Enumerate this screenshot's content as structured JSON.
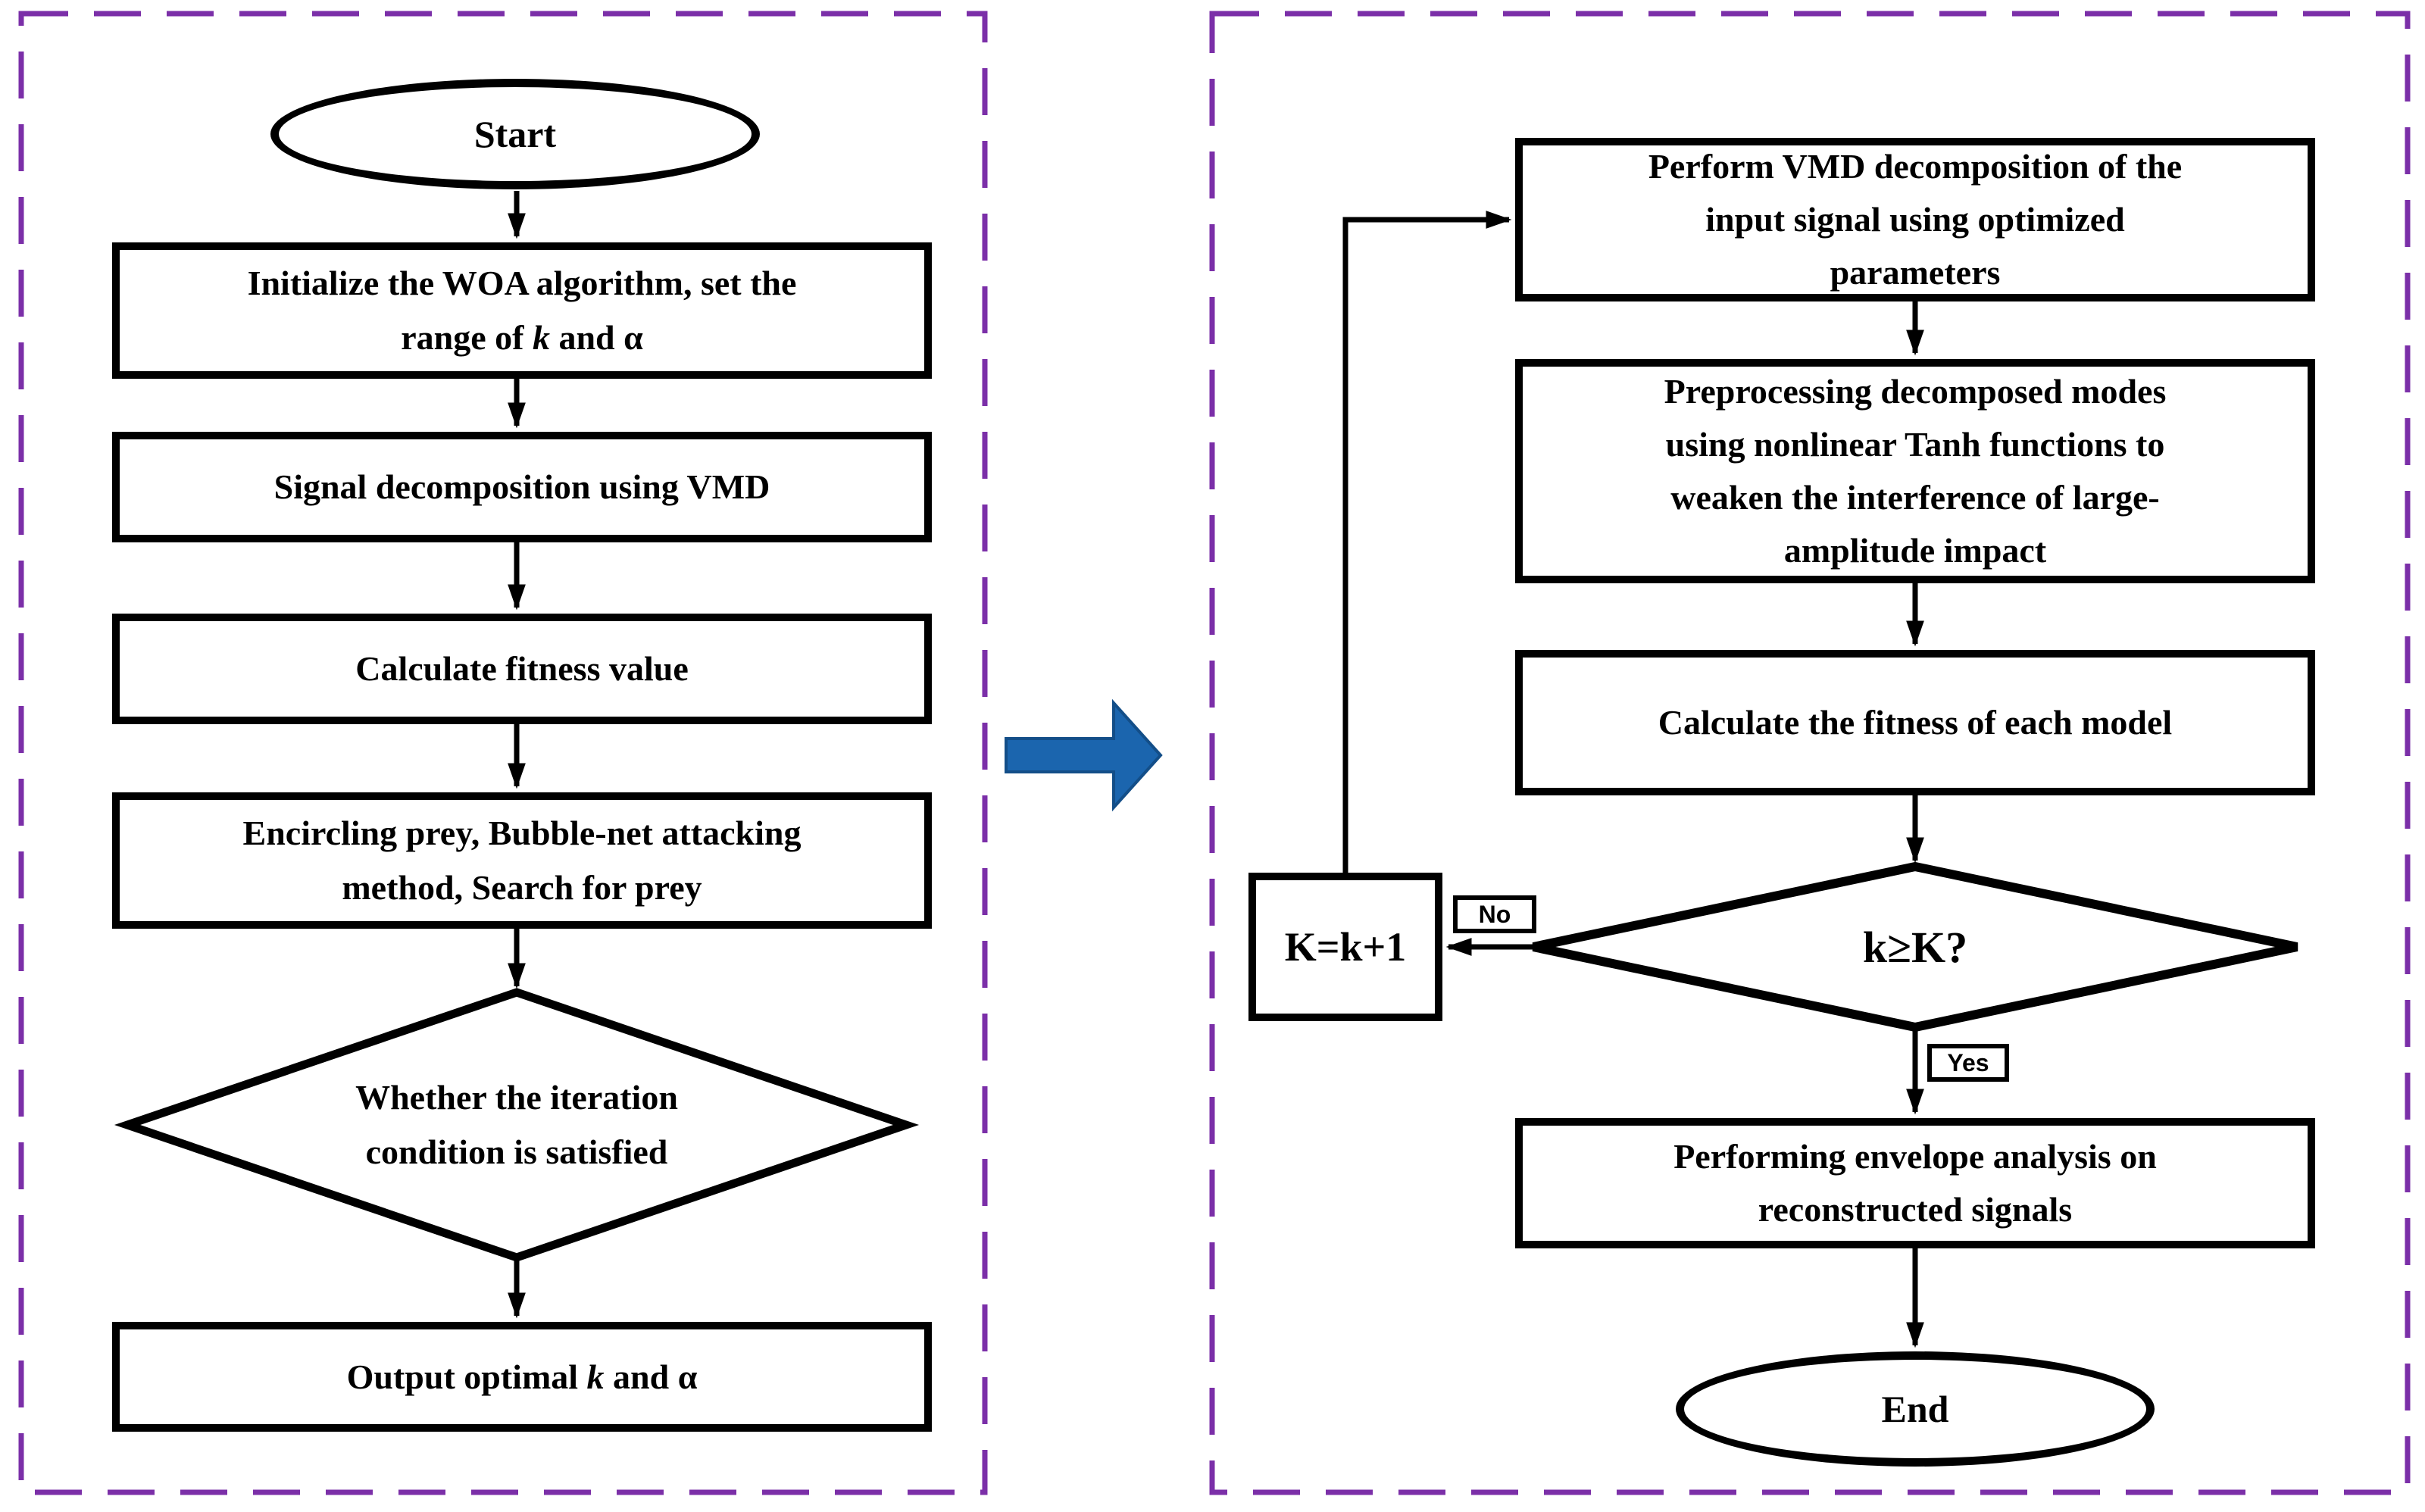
{
  "left_panel": {
    "start_label": "Start",
    "init_box": {
      "line1": "Initialize the WOA algorithm, set the",
      "line2_prefix": "range of ",
      "line2_italic": "k",
      "line2_suffix": " and α"
    },
    "vmd_box": "Signal decomposition using VMD",
    "fitness_box": "Calculate fitness value",
    "search_box": {
      "line1": "Encircling prey, Bubble-net attacking",
      "line2": "method, Search for prey"
    },
    "decision": {
      "line1": "Whether the iteration",
      "line2": "condition is satisfied"
    },
    "output_box": {
      "prefix": "Output optimal ",
      "italic": "k",
      "suffix": " and α"
    }
  },
  "right_panel": {
    "decompose_box": {
      "line1": "Perform VMD decomposition of the",
      "line2": "input signal using optimized",
      "line3": "parameters"
    },
    "preprocess_box": {
      "line1": "Preprocessing decomposed modes",
      "line2": "using nonlinear Tanh functions to",
      "line3": "weaken the interference of large-",
      "line4": "amplitude impact"
    },
    "fitness_box": "Calculate the fitness of each model",
    "decision_label": "k≥K?",
    "increment_box": "K=k+1",
    "no_label": "No",
    "yes_label": "Yes",
    "envelope_box": {
      "line1": "Performing envelope analysis on",
      "line2": "reconstructed signals"
    },
    "end_label": "End"
  },
  "colors": {
    "panel_border": "#7B2FA8",
    "shape_stroke": "#000000",
    "text_color": "#000000",
    "bg": "#FFFFFF",
    "blue_fill": "#1B65AE",
    "blue_stroke": "#134E88"
  }
}
